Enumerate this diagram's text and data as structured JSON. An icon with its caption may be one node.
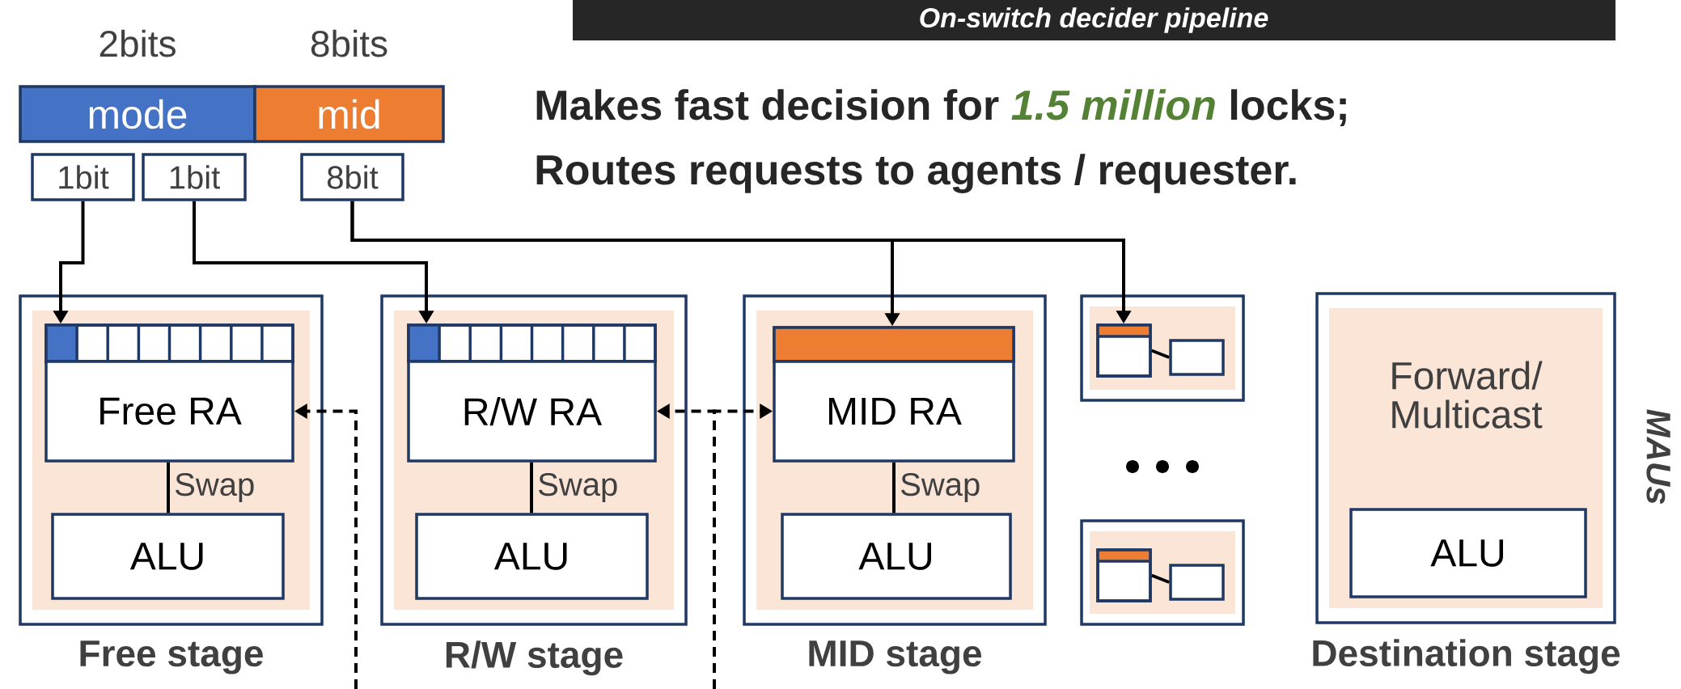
{
  "diagram": {
    "title": "On-switch decider pipeline",
    "nodes": [
      {
        "text": [
          "mode"
        ],
        "beside": [
          "2bits"
        ]
      },
      {
        "text": [
          "mid"
        ],
        "beside": [
          "8bits"
        ]
      },
      {
        "text": [
          "1bit"
        ]
      },
      {
        "text": [
          "1bit"
        ]
      },
      {
        "text": [
          "8bit"
        ]
      },
      {
        "text": [
          "Free stage"
        ]
      },
      {
        "text": [],
        "shape": "bar",
        "in": 5
      },
      {
        "text": [
          "Free RA"
        ],
        "in": 5
      },
      {
        "text": [
          "ALU"
        ],
        "in": 5
      },
      {
        "text": [
          "R/W stage"
        ]
      },
      {
        "text": [],
        "shape": "bar",
        "in": 9
      },
      {
        "text": [
          "R/W RA"
        ],
        "in": 9
      },
      {
        "text": [
          "ALU"
        ],
        "in": 9
      },
      {
        "text": [
          "MID stage"
        ]
      },
      {
        "text": [],
        "shape": "bar",
        "in": 13
      },
      {
        "text": [
          "MID RA"
        ],
        "in": 13
      },
      {
        "text": [
          "ALU"
        ],
        "in": 13
      },
      {
        "text": [],
        "shape": "box"
      },
      {
        "text": [],
        "shape": "box",
        "in": 17
      },
      {
        "text": [],
        "shape": "box",
        "in": 17
      },
      {
        "text": [],
        "shape": "box"
      },
      {
        "text": [],
        "shape": "box",
        "in": 20
      },
      {
        "text": [],
        "shape": "box",
        "in": 20
      },
      {
        "text": [
          "Forward/ Multicast",
          "Destination stage"
        ]
      },
      {
        "text": [
          "ALU"
        ],
        "in": 23
      }
    ],
    "edges": [
      {
        "from": 2,
        "to": 6,
        "arrow": "to"
      },
      {
        "from": 3,
        "to": 10,
        "arrow": "to"
      },
      {
        "from": 4,
        "to": 14,
        "arrow": "to"
      },
      {
        "from": 4,
        "to": 18,
        "arrow": "to"
      },
      {
        "from": 7,
        "to": 8,
        "arrow": "none",
        "label": "Swap"
      },
      {
        "from": 11,
        "to": 12,
        "arrow": "none",
        "label": "Swap"
      },
      {
        "from": 15,
        "to": 16,
        "arrow": "none",
        "label": "Swap"
      },
      {
        "from": 18,
        "to": 19,
        "arrow": "none"
      },
      {
        "from": 21,
        "to": 22,
        "arrow": "none"
      },
      {
        "from": null,
        "to": 7,
        "arrow": "to",
        "style": "dashed"
      },
      {
        "from": null,
        "to": 11,
        "arrow": "to",
        "style": "dashed"
      },
      {
        "from": null,
        "to": 15,
        "arrow": "to",
        "style": "dashed"
      }
    ],
    "labels": [
      "Makes fast decision for",
      "1.5 million",
      "locks;",
      "Routes requests to agents / requester.",
      "MAUs"
    ]
  }
}
